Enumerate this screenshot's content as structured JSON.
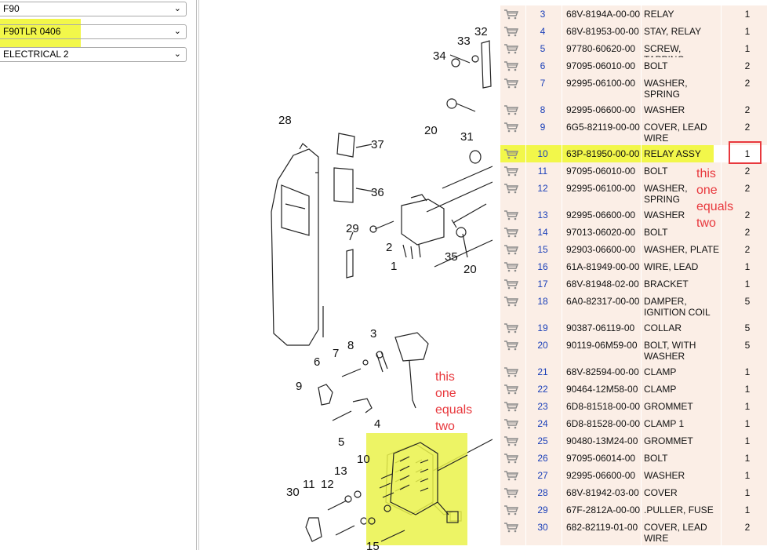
{
  "filters": {
    "model": "F90",
    "serial": "F90TLR 0406",
    "section": "ELECTRICAL 2"
  },
  "diagram": {
    "callouts": [
      "28",
      "37",
      "36",
      "29",
      "34",
      "33",
      "32",
      "20",
      "31",
      "2",
      "1",
      "35",
      "20",
      "3",
      "7",
      "8",
      "6",
      "9",
      "4",
      "5",
      "10",
      "13",
      "12",
      "11",
      "30",
      "15"
    ]
  },
  "annotation_left": [
    "this",
    "one",
    "equals",
    "two"
  ],
  "annotation_right": [
    "this",
    "one",
    "equals",
    "two"
  ],
  "parts": [
    {
      "no": "3",
      "code": "68V-8194A-00-00",
      "desc": "RELAY",
      "qty": "1"
    },
    {
      "no": "4",
      "code": "68V-81953-00-00",
      "desc": "STAY, RELAY",
      "qty": "1"
    },
    {
      "no": "5",
      "code": "97780-60620-00",
      "desc": "SCREW, TAPPING",
      "qty": "1"
    },
    {
      "no": "6",
      "code": "97095-06010-00",
      "desc": "BOLT",
      "qty": "2"
    },
    {
      "no": "7",
      "code": "92995-06100-00",
      "desc": "WASHER, SPRING",
      "qty": "2"
    },
    {
      "no": "8",
      "code": "92995-06600-00",
      "desc": "WASHER",
      "qty": "2"
    },
    {
      "no": "9",
      "code": "6G5-82119-00-00",
      "desc": "COVER, LEAD WIRE",
      "qty": "2"
    },
    {
      "no": "10",
      "code": "63P-81950-00-00",
      "desc": "RELAY ASSY",
      "qty": "1"
    },
    {
      "no": "11",
      "code": "97095-06010-00",
      "desc": "BOLT",
      "qty": "2"
    },
    {
      "no": "12",
      "code": "92995-06100-00",
      "desc": "WASHER, SPRING",
      "qty": "2"
    },
    {
      "no": "13",
      "code": "92995-06600-00",
      "desc": "WASHER",
      "qty": "2"
    },
    {
      "no": "14",
      "code": "97013-06020-00",
      "desc": "BOLT",
      "qty": "2"
    },
    {
      "no": "15",
      "code": "92903-06600-00",
      "desc": "WASHER, PLATE",
      "qty": "2"
    },
    {
      "no": "16",
      "code": "61A-81949-00-00",
      "desc": "WIRE, LEAD",
      "qty": "1"
    },
    {
      "no": "17",
      "code": "68V-81948-02-00",
      "desc": "BRACKET",
      "qty": "1"
    },
    {
      "no": "18",
      "code": "6A0-82317-00-00",
      "desc": "DAMPER, IGNITION COIL",
      "qty": "5"
    },
    {
      "no": "19",
      "code": "90387-06119-00",
      "desc": "COLLAR",
      "qty": "5"
    },
    {
      "no": "20",
      "code": "90119-06M59-00",
      "desc": "BOLT, WITH WASHER",
      "qty": "5"
    },
    {
      "no": "21",
      "code": "68V-82594-00-00",
      "desc": "CLAMP",
      "qty": "1"
    },
    {
      "no": "22",
      "code": "90464-12M58-00",
      "desc": "CLAMP",
      "qty": "1"
    },
    {
      "no": "23",
      "code": "6D8-81518-00-00",
      "desc": "GROMMET",
      "qty": "1"
    },
    {
      "no": "24",
      "code": "6D8-81528-00-00",
      "desc": "CLAMP 1",
      "qty": "1"
    },
    {
      "no": "25",
      "code": "90480-13M24-00",
      "desc": "GROMMET",
      "qty": "1"
    },
    {
      "no": "26",
      "code": "97095-06014-00",
      "desc": "BOLT",
      "qty": "1"
    },
    {
      "no": "27",
      "code": "92995-06600-00",
      "desc": "WASHER",
      "qty": "1"
    },
    {
      "no": "28",
      "code": "68V-81942-03-00",
      "desc": "COVER",
      "qty": "1"
    },
    {
      "no": "29",
      "code": "67F-2812A-00-00",
      "desc": ".PULLER, FUSE",
      "qty": "1"
    },
    {
      "no": "30",
      "code": "682-82119-01-00",
      "desc": "COVER, LEAD WIRE",
      "qty": "2"
    }
  ],
  "colors": {
    "row_bg": "#fbeee6",
    "highlight": "#f2f74a",
    "annotation": "#e8383d",
    "link": "#1a3fb8"
  }
}
